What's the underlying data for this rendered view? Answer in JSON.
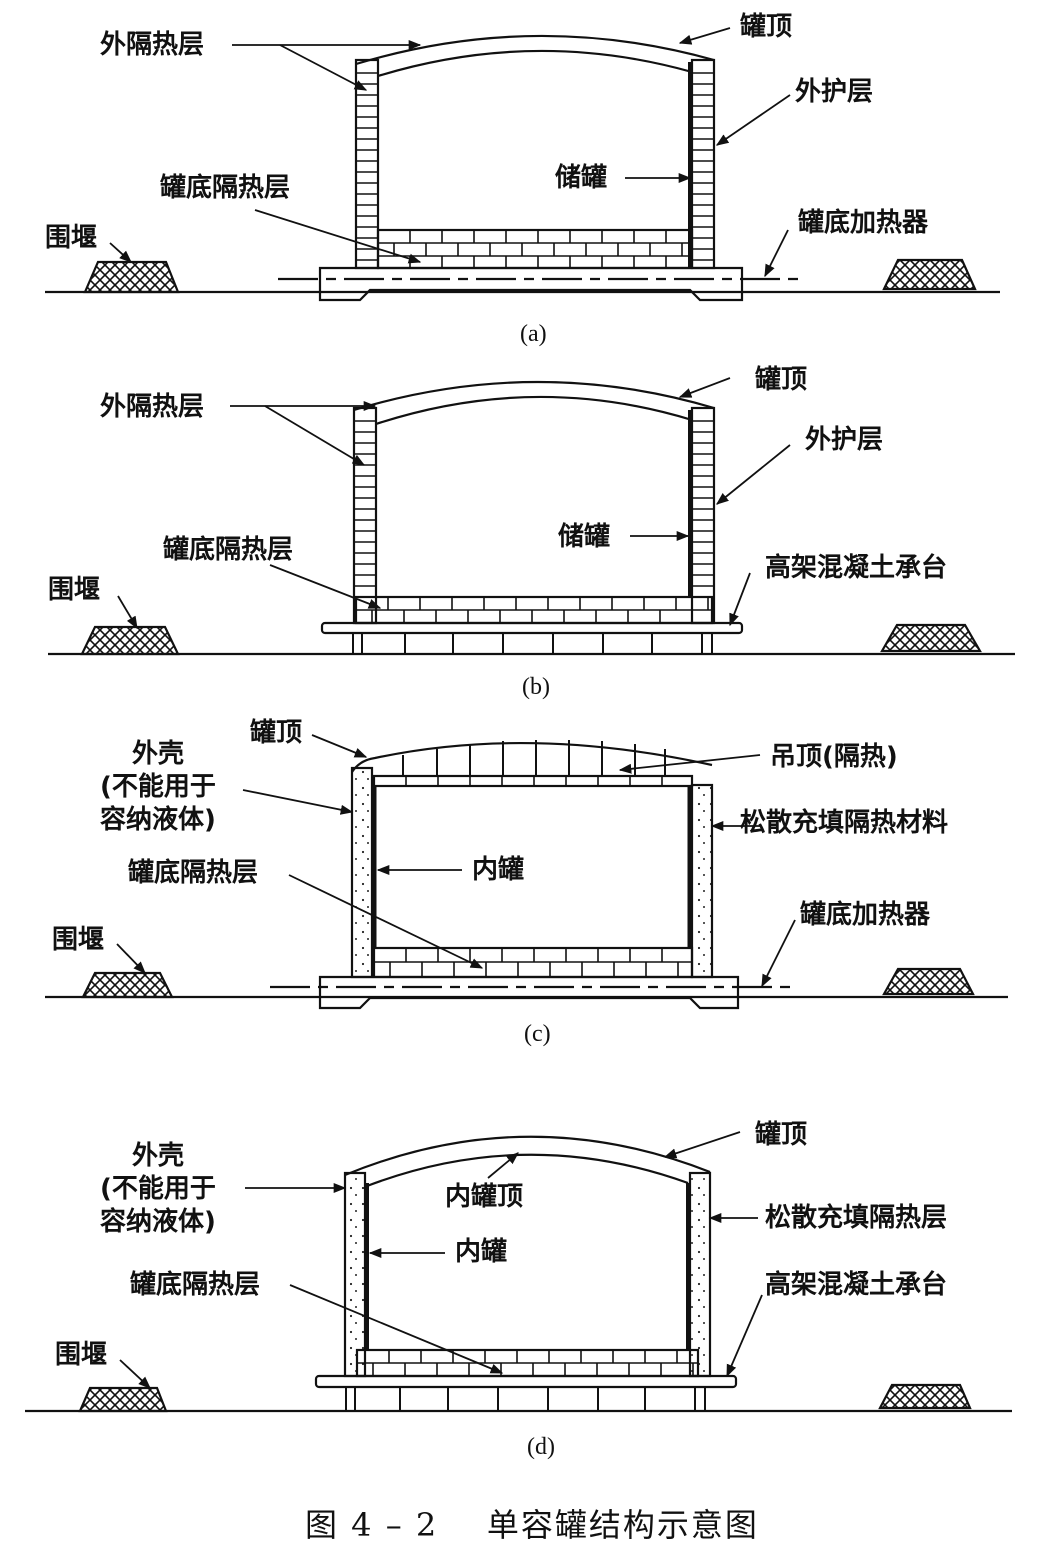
{
  "figure": {
    "caption": "图 4 – 2    单容罐结构示意图",
    "panels": [
      {
        "id": "a",
        "sublabel": "(a)",
        "labels": {
          "outer_insulation": "外隔热层",
          "tank_roof": "罐顶",
          "outer_protective_layer": "外护层",
          "storage_tank": "储罐",
          "bottom_insulation": "罐底隔热层",
          "bottom_heater": "罐底加热器",
          "dike": "围堰"
        }
      },
      {
        "id": "b",
        "sublabel": "(b)",
        "labels": {
          "outer_insulation": "外隔热层",
          "tank_roof": "罐顶",
          "outer_protective_layer": "外护层",
          "storage_tank": "储罐",
          "bottom_insulation": "罐底隔热层",
          "elevated_platform": "高架混凝土承台",
          "dike": "围堰"
        }
      },
      {
        "id": "c",
        "sublabel": "(c)",
        "labels": {
          "tank_roof": "罐顶",
          "outer_shell": "外壳\n(不能用于\n容纳液体)",
          "suspended_deck": "吊顶(隔热)",
          "loose_fill_insulation": "松散充填隔热材料",
          "bottom_insulation": "罐底隔热层",
          "inner_tank": "内罐",
          "bottom_heater": "罐底加热器",
          "dike": "围堰"
        }
      },
      {
        "id": "d",
        "sublabel": "(d)",
        "labels": {
          "tank_roof": "罐顶",
          "outer_shell": "外壳\n(不能用于\n容纳液体)",
          "inner_tank_roof": "内罐顶",
          "loose_fill_insulation": "松散充填隔热层",
          "inner_tank": "内罐",
          "bottom_insulation": "罐底隔热层",
          "elevated_platform": "高架混凝土承台",
          "dike": "围堰"
        }
      }
    ]
  }
}
